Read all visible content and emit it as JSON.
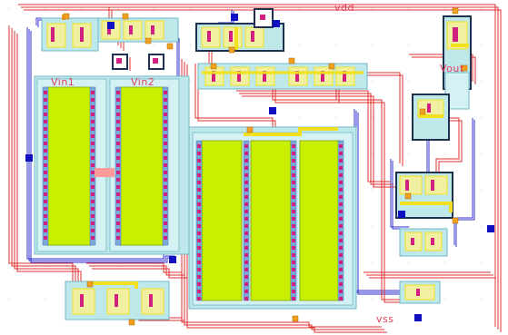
{
  "app": {
    "view": "IC layout editor — mixed-signal cell",
    "background": "#ffffff"
  },
  "labels": {
    "vdd": "vdd",
    "vss": "vss",
    "vin1": "Vin1",
    "vin2": "Vin2",
    "vout": "Vout"
  },
  "colors": {
    "metal1": "#e03030",
    "metal2": "#3030d0",
    "poly": "#f0e020",
    "active": "#c8f000",
    "well": "#bfe8ea",
    "well_edge": "#6fb8c8",
    "contact": "#d02080",
    "via": "#f0a020",
    "pin": "#1010c0",
    "label_text": "#e04060"
  }
}
